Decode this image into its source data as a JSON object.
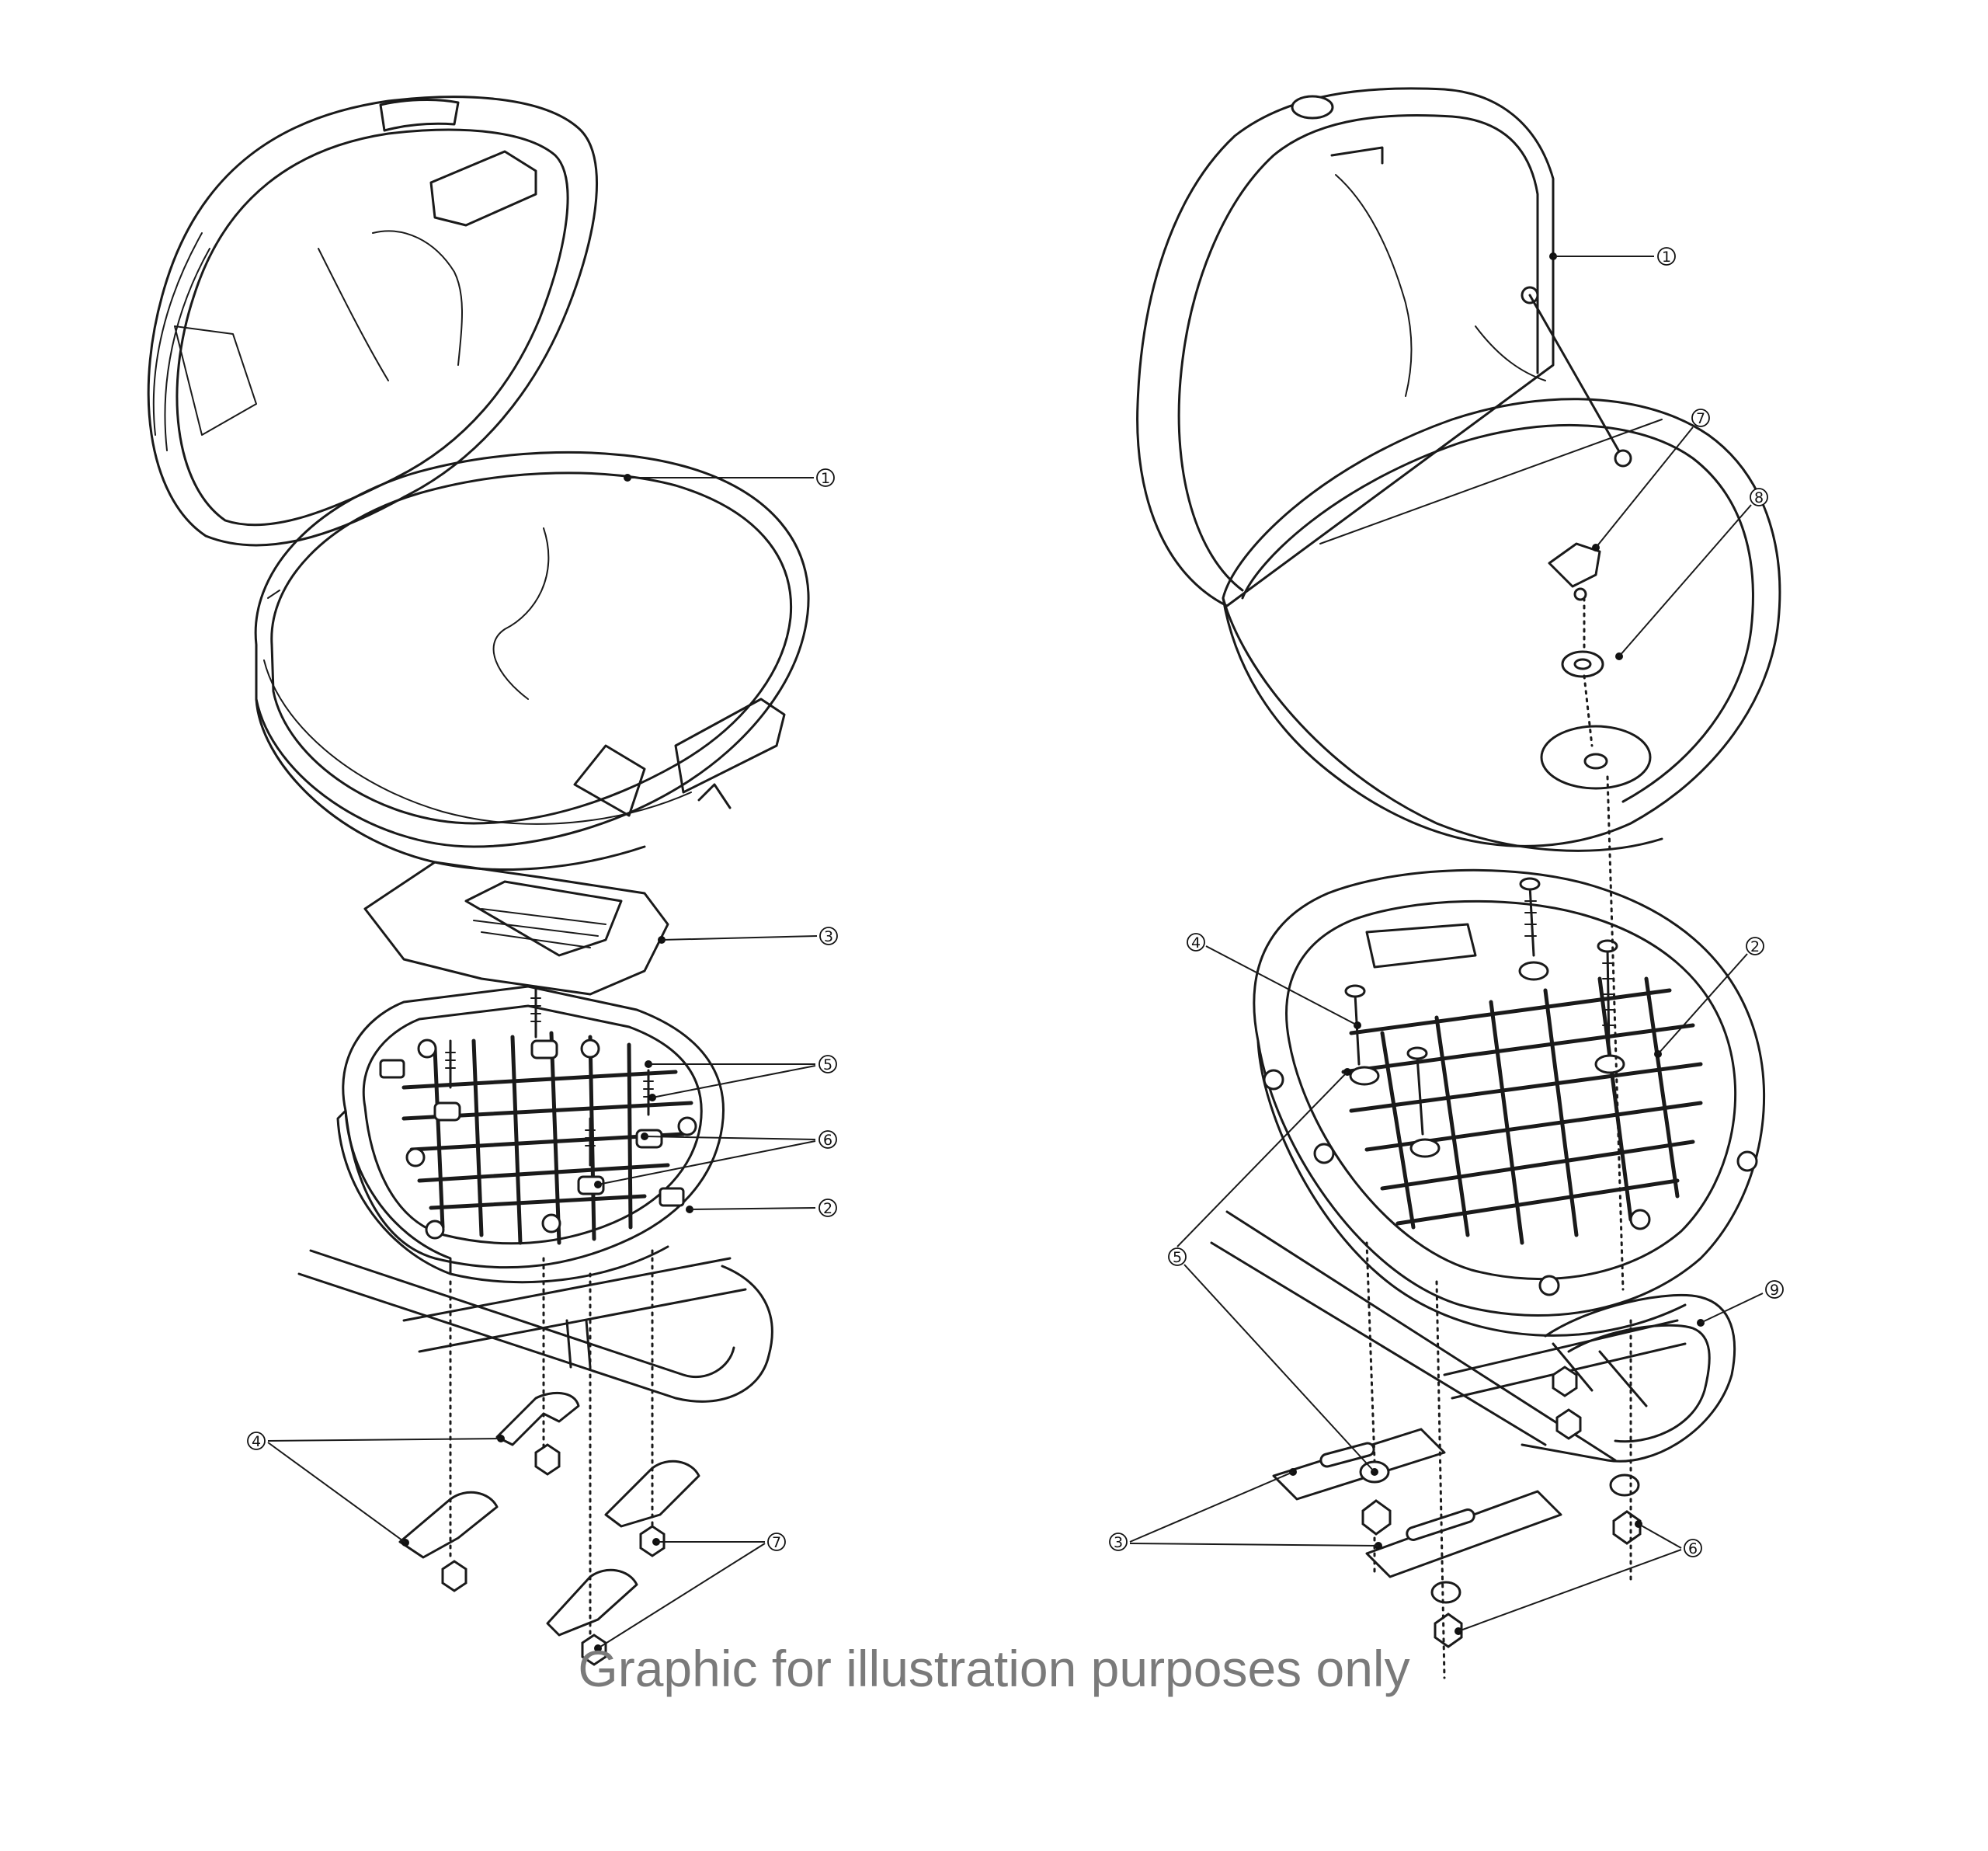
{
  "caption": "Graphic for illustration purposes only",
  "left_assembly": {
    "callouts": [
      {
        "number": "1"
      },
      {
        "number": "3"
      },
      {
        "number": "5"
      },
      {
        "number": "6"
      },
      {
        "number": "2"
      },
      {
        "number": "4"
      },
      {
        "number": "7"
      }
    ]
  },
  "right_assembly": {
    "callouts": [
      {
        "number": "1"
      },
      {
        "number": "7"
      },
      {
        "number": "8"
      },
      {
        "number": "4"
      },
      {
        "number": "2"
      },
      {
        "number": "5"
      },
      {
        "number": "9"
      },
      {
        "number": "3"
      },
      {
        "number": "6"
      }
    ]
  }
}
